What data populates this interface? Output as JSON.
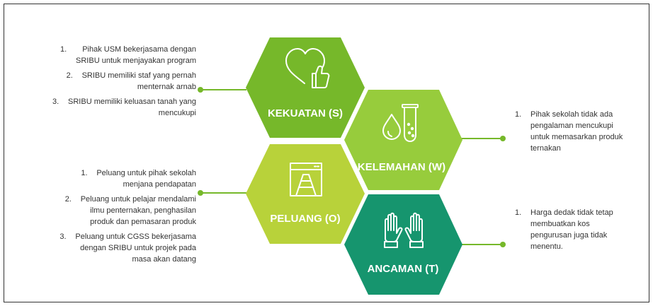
{
  "colors": {
    "kekuatan": "#76b82a",
    "kelemahan": "#97cc3c",
    "peluang": "#b8d23a",
    "ancaman": "#16956e",
    "connector": "#76b82a",
    "text": "#333333"
  },
  "hexes": {
    "kekuatan": {
      "label": "KEKUATAN (S)",
      "icon": "heart-thumbs-up-icon"
    },
    "kelemahan": {
      "label": "KELEMAHAN (W)",
      "icon": "test-tube-drop-icon"
    },
    "peluang": {
      "label": "PELUANG (O)",
      "icon": "road-window-icon"
    },
    "ancaman": {
      "label": "ANCAMAN (T)",
      "icon": "raised-hands-icon"
    }
  },
  "lists": {
    "kekuatan": [
      {
        "num": "1.",
        "lines": [
          "Pihak USM bekerjasama dengan",
          "SRIBU untuk menjayakan program"
        ]
      },
      {
        "num": "2.",
        "lines": [
          "SRIBU memiliki staf yang pernah",
          "menternak arnab"
        ]
      },
      {
        "num": "3.",
        "lines": [
          "SRIBU memiliki keluasan tanah yang",
          "mencukupi"
        ]
      }
    ],
    "peluang": [
      {
        "num": "1.",
        "lines": [
          "Peluang untuk pihak sekolah",
          "menjana pendapatan"
        ]
      },
      {
        "num": "2.",
        "lines": [
          "Peluang untuk pelajar mendalami",
          "ilmu penternakan, penghasilan",
          "produk dan pemasaran produk"
        ]
      },
      {
        "num": "3.",
        "lines": [
          "Peluang untuk CGSS bekerjasama",
          "dengan SRIBU untuk projek pada",
          "masa akan datang"
        ]
      }
    ],
    "kelemahan": [
      {
        "num": "1.",
        "lines": [
          "Pihak sekolah tidak ada",
          "pengalaman mencukupi",
          "untuk memasarkan produk",
          "ternakan"
        ]
      }
    ],
    "ancaman": [
      {
        "num": "1.",
        "lines": [
          "Harga dedak tidak tetap",
          "membuatkan kos",
          "pengurusan juga tidak",
          "menentu."
        ]
      }
    ]
  }
}
